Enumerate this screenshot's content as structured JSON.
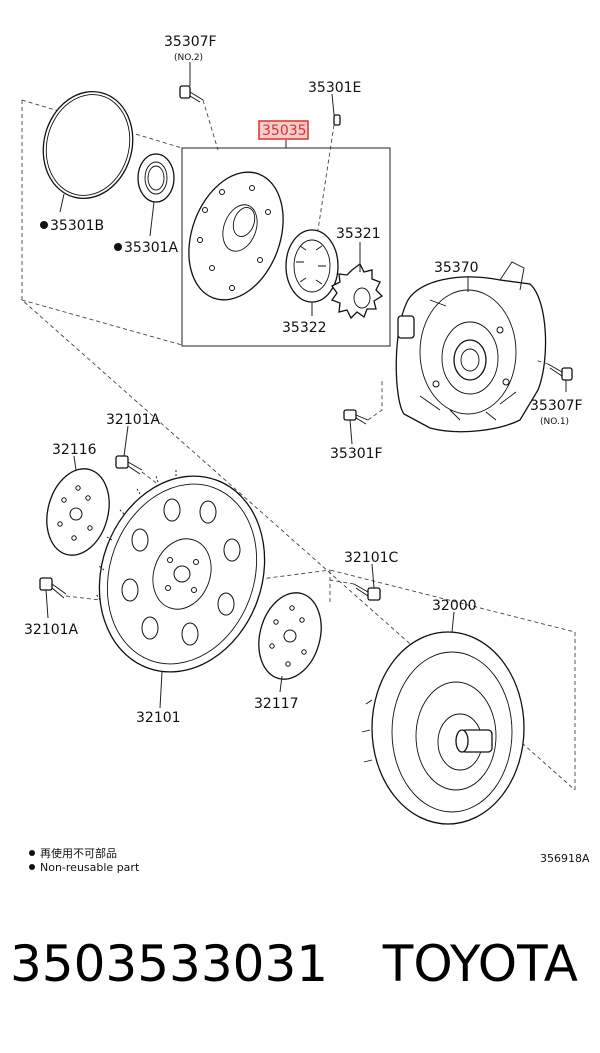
{
  "labels": {
    "p35307F_top": "35307F",
    "p35307F_top_note": "(NO.2)",
    "p35301E": "35301E",
    "p35035": "35035",
    "p35301B": "35301B",
    "p35301A": "35301A",
    "p35321": "35321",
    "p35322": "35322",
    "p35370": "35370",
    "p35307F_right": "35307F",
    "p35307F_right_note": "(NO.1)",
    "p35301F": "35301F",
    "p32101A_top": "32101A",
    "p32116": "32116",
    "p32101C": "32101C",
    "p32000": "32000",
    "p32101A_left": "32101A",
    "p32117": "32117",
    "p32101": "32101"
  },
  "legend": {
    "line1": "再使用不可部品",
    "line2": "Non-reusable part"
  },
  "diagram_code": "356918A",
  "footer": {
    "part_number": "3503533031",
    "brand": "TOYOTA"
  },
  "colors": {
    "highlight": "#d9322e",
    "highlight_fill": "#f6cccc",
    "ink": "#111111"
  }
}
